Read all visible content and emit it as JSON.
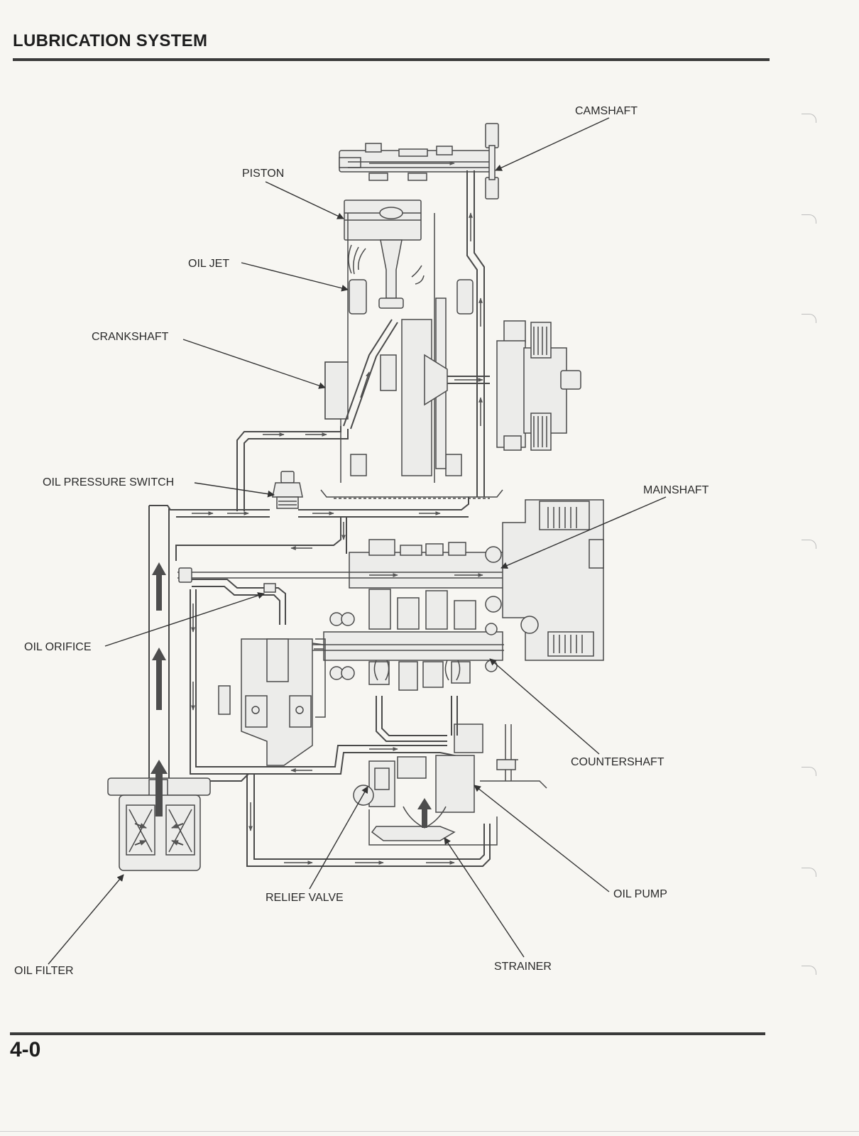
{
  "header": {
    "title": "LUBRICATION SYSTEM"
  },
  "footer": {
    "page_number": "4-0"
  },
  "diagram": {
    "labels": {
      "camshaft": "CAMSHAFT",
      "piston": "PISTON",
      "oil_jet": "OIL JET",
      "crankshaft": "CRANKSHAFT",
      "oil_pressure_switch": "OIL PRESSURE SWITCH",
      "mainshaft": "MAINSHAFT",
      "oil_orifice": "OIL ORIFICE",
      "countershaft": "COUNTERSHAFT",
      "relief_valve": "RELIEF VALVE",
      "oil_pump": "OIL PUMP",
      "oil_filter": "OIL FILTER",
      "strainer": "STRAINER"
    }
  }
}
